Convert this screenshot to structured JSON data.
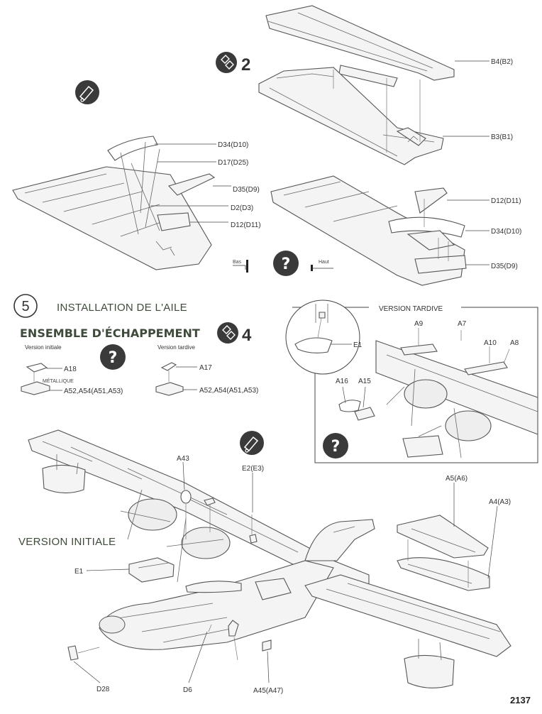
{
  "steps": {
    "two": "2",
    "four": "4",
    "five": "5"
  },
  "headings": {
    "wing_install": "INSTALLATION DE L'AILE",
    "exhaust": "ENSEMBLE D'ÉCHAPPEMENT",
    "late_version": "VERSION TARDIVE",
    "initial_version": "VERSION INITIALE"
  },
  "small_text": {
    "version_initiale": "Version initiale",
    "version_tardive": "Version tardive",
    "metallique": "MÉTALLIQUE",
    "bas": "Bas",
    "haut": "Haut"
  },
  "part_labels": {
    "b4": "B4(B2)",
    "b3": "B3(B1)",
    "d34_left": "D34(D10)",
    "d17": "D17(D25)",
    "d35_left": "D35(D9)",
    "d2": "D2(D3)",
    "d12_left": "D12(D11)",
    "d12_right": "D12(D11)",
    "d34_right": "D34(D10)",
    "d35_right": "D35(D9)",
    "a18": "A18",
    "a52_left": "A52,A54(A51,A53)",
    "a17": "A17",
    "a52_right": "A52,A54(A51,A53)",
    "e1_inset": "E1",
    "a9": "A9",
    "a7": "A7",
    "a10": "A10",
    "a8": "A8",
    "a16": "A16",
    "a15": "A15",
    "a43": "A43",
    "e2": "E2(E3)",
    "a5": "A5(A6)",
    "a4": "A4(A3)",
    "e1_main": "E1",
    "d28": "D28",
    "d6": "D6",
    "a45": "A45(A47)"
  },
  "icons": {
    "q": "?"
  },
  "page_number": "2137"
}
